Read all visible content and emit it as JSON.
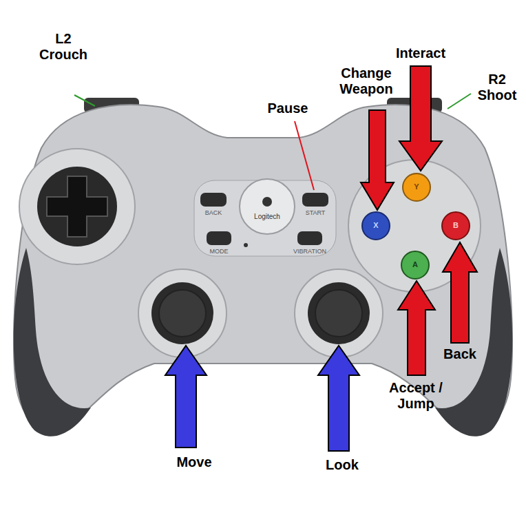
{
  "diagram": {
    "labels": [
      "L2 Crouch",
      "Change Weapon",
      "Interact",
      "R2 Shoot",
      "Pause",
      "Accept / Jump",
      "Back",
      "Move",
      "Look",
      "BACK",
      "START",
      "Logitech",
      "MODE",
      "VIBRATION",
      "Y",
      "X",
      "B",
      "A"
    ]
  }
}
